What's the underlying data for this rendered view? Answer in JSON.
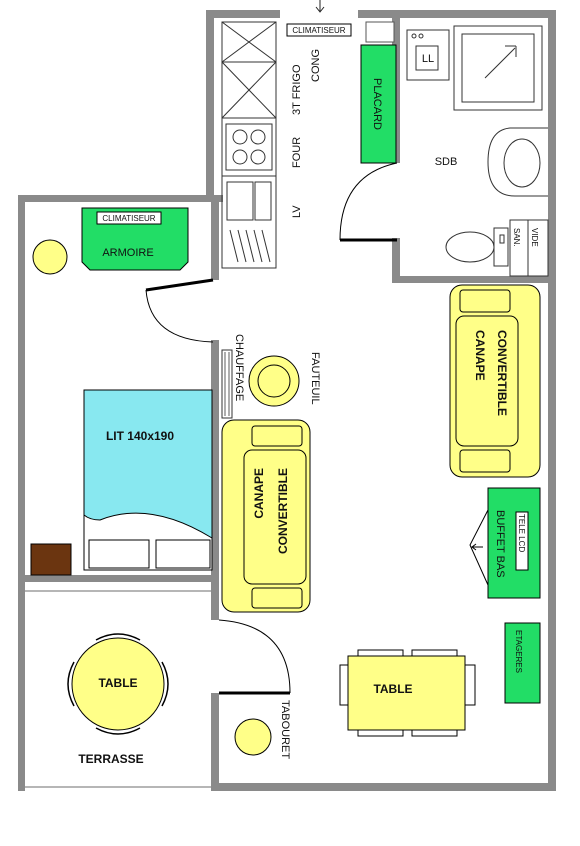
{
  "labels": {
    "climatiseur_top": "CLIMATISEUR",
    "climatiseur_room": "CLIMATISEUR",
    "armoire": "ARMOIRE",
    "frigo": "3T FRIGO",
    "cong": "CONG",
    "four": "FOUR",
    "lv": "LV",
    "placard": "PLACARD",
    "ll": "LL",
    "sdb": "SDB",
    "san": "SAN.",
    "vide": "VIDE",
    "canape_line1": "CANAPE",
    "canape_line2": "CONVERTIBLE",
    "chauffage": "CHAUFFAGE",
    "fauteuil": "FAUTEUIL",
    "lit": "LIT 140x190",
    "tele_lcd": "TELE LCD",
    "buffet_bas": "BUFFET BAS",
    "etageres": "ETAGERES",
    "table": "TABLE",
    "terrasse": "TERRASSE",
    "tabouret": "TABOURET"
  },
  "colors": {
    "wall": "#8a8a8a",
    "furniture_yellow": "#ffff88",
    "furniture_green": "#22dd66",
    "bed_cyan": "#88e8f0",
    "night_table": "#6b3510",
    "door_black": "#000000"
  }
}
